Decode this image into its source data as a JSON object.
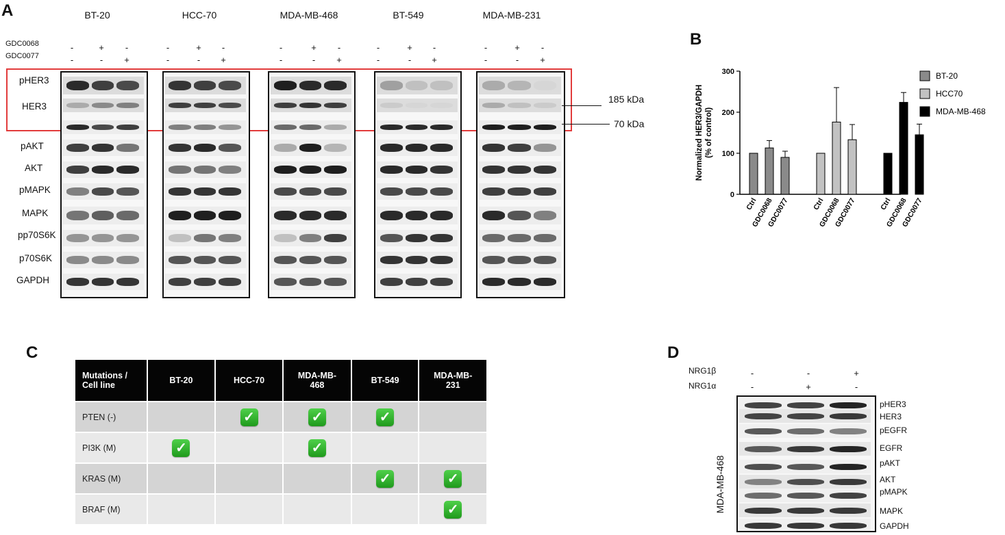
{
  "panels": {
    "a": "A",
    "b": "B",
    "c": "C",
    "d": "D"
  },
  "panel_a": {
    "treatments": [
      "GDC0068",
      "GDC0077"
    ],
    "cell_lines": [
      {
        "name": "BT-20",
        "gdc0068": [
          "-",
          "+",
          "-"
        ],
        "gdc0077": [
          "-",
          "-",
          "+"
        ]
      },
      {
        "name": "HCC-70",
        "gdc0068": [
          "-",
          "+",
          "-"
        ],
        "gdc0077": [
          "-",
          "-",
          "+"
        ]
      },
      {
        "name": "MDA-MB-468",
        "gdc0068": [
          "-",
          "+",
          "-"
        ],
        "gdc0077": [
          "-",
          "-",
          "+"
        ]
      },
      {
        "name": "BT-549",
        "gdc0068": [
          "-",
          "+",
          "-"
        ],
        "gdc0077": [
          "-",
          "-",
          "+"
        ]
      },
      {
        "name": "MDA-MB-231",
        "gdc0068": [
          "-",
          "+",
          "-"
        ],
        "gdc0077": [
          "-",
          "-",
          "+"
        ]
      }
    ],
    "proteins": [
      "pHER3",
      "HER3",
      "pAKT",
      "AKT",
      "pMAPK",
      "MAPK",
      "pp70S6K",
      "p70S6K",
      "GAPDH"
    ],
    "markers": [
      "185 kDa",
      "70 kDa"
    ]
  },
  "chart_data": {
    "type": "bar",
    "ylabel": "Normalized HER3/GAPDH\n(% of control)",
    "ylim": [
      0,
      300
    ],
    "yticks": [
      0,
      100,
      200,
      300
    ],
    "categories": [
      "Ctrl",
      "GDC0068",
      "GDC0077"
    ],
    "legend_position": "right",
    "series": [
      {
        "name": "BT-20",
        "color": "#8a8a8a",
        "values": [
          100,
          113,
          90
        ],
        "errors": [
          0,
          18,
          15
        ]
      },
      {
        "name": "HCC70",
        "color": "#c2c2c2",
        "values": [
          100,
          176,
          133
        ],
        "errors": [
          0,
          84,
          37
        ]
      },
      {
        "name": "MDA-MB-468",
        "color": "#000000",
        "values": [
          100,
          224,
          145
        ],
        "errors": [
          0,
          24,
          26
        ]
      }
    ]
  },
  "panel_c": {
    "header": [
      "Mutations /\nCell line",
      "BT-20",
      "HCC-70",
      "MDA-MB-\n468",
      "BT-549",
      "MDA-MB-\n231"
    ],
    "rows": [
      {
        "label": "PTEN (-)",
        "checks": [
          false,
          true,
          true,
          true,
          false
        ]
      },
      {
        "label": "PI3K (M)",
        "checks": [
          true,
          false,
          true,
          false,
          false
        ]
      },
      {
        "label": "KRAS (M)",
        "checks": [
          false,
          false,
          false,
          true,
          true
        ]
      },
      {
        "label": "BRAF (M)",
        "checks": [
          false,
          false,
          false,
          false,
          true
        ]
      }
    ],
    "check_glyph": "✓"
  },
  "panel_d": {
    "treatments": [
      {
        "name": "NRG1β",
        "signs": [
          "-",
          "-",
          "+"
        ]
      },
      {
        "name": "NRG1α",
        "signs": [
          "-",
          "+",
          "-"
        ]
      }
    ],
    "cell_line": "MDA-MB-468",
    "proteins": [
      "pHER3",
      "HER3",
      "pEGFR",
      "EGFR",
      "pAKT",
      "AKT",
      "pMAPK",
      "MAPK",
      "GAPDH"
    ]
  }
}
